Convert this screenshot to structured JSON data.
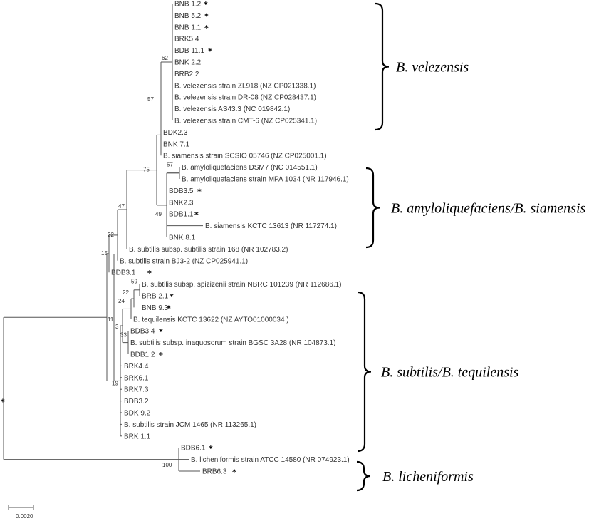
{
  "leaves": [
    {
      "label": "BNB 1.2",
      "marked": true
    },
    {
      "label": "BNB 5.2",
      "marked": true
    },
    {
      "label": "BNB 1.1",
      "marked": true
    },
    {
      "label": "BRK5.4",
      "marked": false
    },
    {
      "label": "BDB 11.1",
      "marked": true
    },
    {
      "label": "BNK 2.2",
      "marked": false
    },
    {
      "label": "BRB2.2",
      "marked": false
    },
    {
      "label": "B. velezensis strain ZL918 (NZ CP021338.1)",
      "marked": false
    },
    {
      "label": "B. velezensis strain DR-08 (NZ CP028437.1)",
      "marked": false
    },
    {
      "label": "B. velezensis AS43.3 (NC 019842.1)",
      "marked": false
    },
    {
      "label": "B. velezensis strain CMT-6 (NZ CP025341.1)",
      "marked": false
    },
    {
      "label": "BDK2.3",
      "marked": false
    },
    {
      "label": "BNK 7.1",
      "marked": false
    },
    {
      "label": "B. siamensis strain SCSIO 05746 (NZ CP025001.1)",
      "marked": false
    },
    {
      "label": "B. amyloliquefaciens DSM7 (NC 014551.1)",
      "marked": false
    },
    {
      "label": "B. amyloliquefaciens strain MPA 1034 (NR 117946.1)",
      "marked": false
    },
    {
      "label": "BDB3.5",
      "marked": true
    },
    {
      "label": "BNK2.3",
      "marked": false
    },
    {
      "label": "BDB1.1",
      "marked": true
    },
    {
      "label": "B. siamensis KCTC 13613 (NR 117274.1)",
      "marked": false
    },
    {
      "label": "BNK 8.1",
      "marked": false
    },
    {
      "label": "B. subtilis subsp. subtilis strain 168 (NR 102783.2)",
      "marked": false
    },
    {
      "label": "B. subtilis strain BJ3-2 (NZ CP025941.1)",
      "marked": false
    },
    {
      "label": "BDB3.1",
      "marked": true
    },
    {
      "label": "B. subtilis subsp. spizizenii strain NBRC 101239 (NR 112686.1)",
      "marked": false
    },
    {
      "label": "BRB 2.1",
      "marked": true
    },
    {
      "label": "BNB 9.3",
      "marked": true
    },
    {
      "label": "B. tequilensis KCTC 13622 (NZ AYTO01000034 )",
      "marked": false
    },
    {
      "label": "BDB3.4",
      "marked": true
    },
    {
      "label": "B. subtilis subsp. inaquosorum strain BGSC 3A28 (NR 104873.1)",
      "marked": false
    },
    {
      "label": "BDB1.2",
      "marked": true
    },
    {
      "label": "BRK4.4",
      "marked": false
    },
    {
      "label": "BRK6.1",
      "marked": false
    },
    {
      "label": "BRK7.3",
      "marked": false
    },
    {
      "label": "BDB3.2",
      "marked": true
    },
    {
      "label": "BDK 9.2",
      "marked": false
    },
    {
      "label": "B. subtilis strain JCM 1465 (NR 113265.1)",
      "marked": false
    },
    {
      "label": "BRK 1.1",
      "marked": false
    },
    {
      "label": "BDB6.1",
      "marked": true
    },
    {
      "label": "B. licheniformis strain ATCC 14580 (NR 074923.1)",
      "marked": false
    },
    {
      "label": "BRB6.3",
      "marked": true
    }
  ],
  "marker_symbol": "*",
  "bootstrap_values": [
    "62",
    "57",
    "75",
    "57",
    "49",
    "47",
    "22",
    "15",
    "59",
    "22",
    "24",
    "33",
    "3",
    "11",
    "19",
    "100"
  ],
  "clades": [
    {
      "name": "B. velezensis"
    },
    {
      "name": "B. amyloliquefaciens/B. siamensis"
    },
    {
      "name": "B. subtilis/B. tequilensis"
    },
    {
      "name": "B. licheniformis"
    }
  ],
  "scale_bar": {
    "label": "0.0020"
  },
  "colors": {
    "branches": "#555555",
    "text": "#333333",
    "brackets": "#000000"
  }
}
